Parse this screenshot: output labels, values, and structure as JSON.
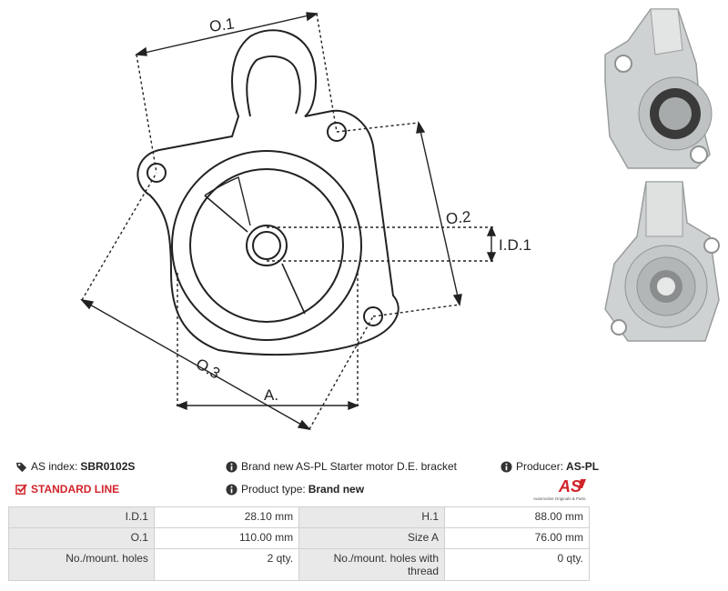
{
  "drawing": {
    "labels": {
      "o1": "O.1",
      "o2": "O.2",
      "o3": "O.3",
      "id1": "I.D.1",
      "a": "A."
    }
  },
  "info": {
    "index_label": "AS index:",
    "index_value": "SBR0102S",
    "line_label": "STANDARD LINE",
    "description": "Brand new AS-PL Starter motor D.E. bracket",
    "type_label": "Product type:",
    "type_value": "Brand new",
    "producer_label": "Producer:",
    "producer_value": "AS-PL",
    "logo_text": "AS",
    "logo_caption": "Automotive Originals & Parts"
  },
  "specs": [
    {
      "l1": "I.D.1",
      "v1": "28.10  mm",
      "l2": "H.1",
      "v2": "88.00 mm"
    },
    {
      "l1": "O.1",
      "v1": "110.00 mm",
      "l2": "Size A",
      "v2": "76.00 mm"
    },
    {
      "l1": "No./mount. holes",
      "v1": "2 qty.",
      "l2": "No./mount. holes with thread",
      "v2": "0 qty."
    }
  ],
  "colors": {
    "accent": "#d2232a",
    "icon": "#333333",
    "line": "#222222"
  }
}
